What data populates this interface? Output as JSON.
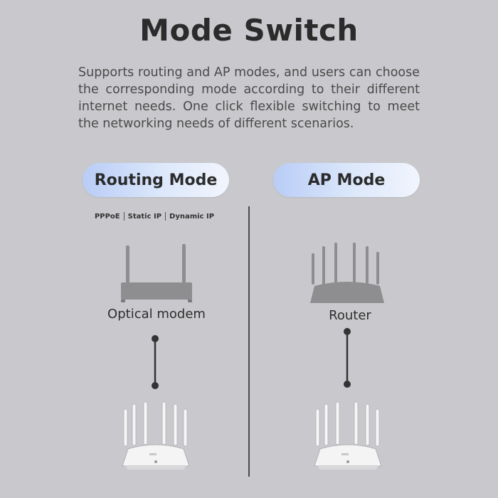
{
  "header": {
    "title": "Mode Switch",
    "description": "Supports routing and AP modes, and users can choose the corresponding mode according to their different internet needs. One click flexible switching to meet the networking needs of different scenarios."
  },
  "routing": {
    "label": "Routing Mode",
    "methods": [
      "PPPoE",
      "Static IP",
      "Dynamic IP"
    ],
    "upstream_label": "Optical modem"
  },
  "ap": {
    "label": "AP Mode",
    "upstream_label": "Router"
  },
  "colors": {
    "background": "#c9c9cd",
    "pill_start": "#b8ccf6",
    "pill_end": "#f1f5fd",
    "device_gray": "#8e8e90"
  }
}
